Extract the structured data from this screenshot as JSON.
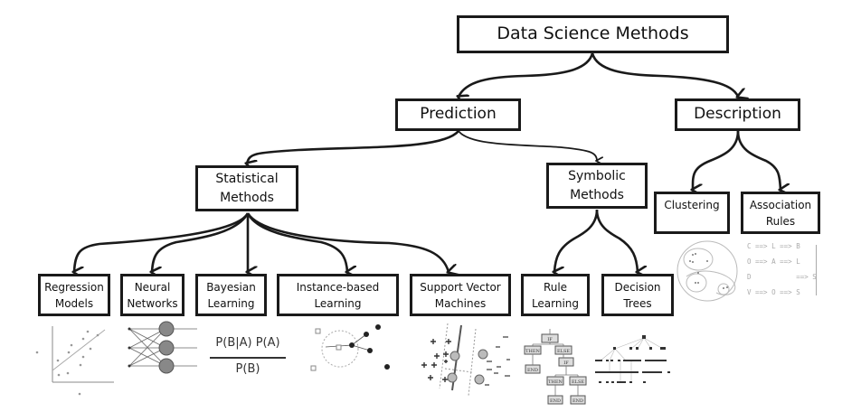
{
  "diagram": {
    "title": "Data Science Methods",
    "root": {
      "id": "data-science-methods",
      "label": "Data Science Methods"
    },
    "level1": [
      {
        "id": "prediction",
        "label": "Prediction",
        "parent": "data-science-methods"
      },
      {
        "id": "description",
        "label": "Description",
        "parent": "data-science-methods"
      }
    ],
    "level2": [
      {
        "id": "statistical-methods",
        "lines": [
          "Statistical",
          "Methods"
        ],
        "parent": "prediction"
      },
      {
        "id": "symbolic-methods",
        "lines": [
          "Symbolic",
          "Methods"
        ],
        "parent": "prediction"
      },
      {
        "id": "clustering",
        "lines": [
          "Clustering"
        ],
        "parent": "description"
      },
      {
        "id": "association-rules",
        "lines": [
          "Association",
          "Rules"
        ],
        "parent": "description"
      }
    ],
    "leaves": [
      {
        "id": "regression-models",
        "lines": [
          "Regression",
          "Models"
        ],
        "parent": "statistical-methods",
        "illustration": "scatter-plot-with-regression-line"
      },
      {
        "id": "neural-networks",
        "lines": [
          "Neural",
          "Networks"
        ],
        "parent": "statistical-methods",
        "illustration": "neural-network-graph"
      },
      {
        "id": "bayesian-learning",
        "lines": [
          "Bayesian",
          "Learning"
        ],
        "parent": "statistical-methods",
        "illustration": "bayes-formula"
      },
      {
        "id": "instance-based-learning",
        "lines": [
          "Instance-based",
          "Learning"
        ],
        "parent": "statistical-methods",
        "illustration": "nearest-neighbor-plot"
      },
      {
        "id": "support-vector-machines",
        "lines": [
          "Support Vector",
          "Machines"
        ],
        "parent": "statistical-methods",
        "illustration": "svm-margin-plot"
      },
      {
        "id": "rule-learning",
        "lines": [
          "Rule",
          "Learning"
        ],
        "parent": "symbolic-methods",
        "illustration": "if-then-else-flowchart"
      },
      {
        "id": "decision-trees",
        "lines": [
          "Decision",
          "Trees"
        ],
        "parent": "symbolic-methods",
        "illustration": "tree-graph"
      }
    ],
    "illustrations": {
      "bayes": {
        "numerator": "P(B|A) P(A)",
        "denominator": "P(B)"
      },
      "rule_flow": {
        "if": "IF",
        "then": "THEN",
        "else": "ELSE",
        "end": "END"
      },
      "association": {
        "rows": [
          [
            "C",
            "==>",
            "L",
            "==>",
            "B"
          ],
          [
            "O",
            "==>",
            "A",
            "==>",
            "L"
          ],
          [
            "D",
            "",
            "",
            "==>",
            "S"
          ],
          [
            "V",
            "==>",
            "O",
            "==>",
            "S"
          ]
        ]
      }
    }
  }
}
